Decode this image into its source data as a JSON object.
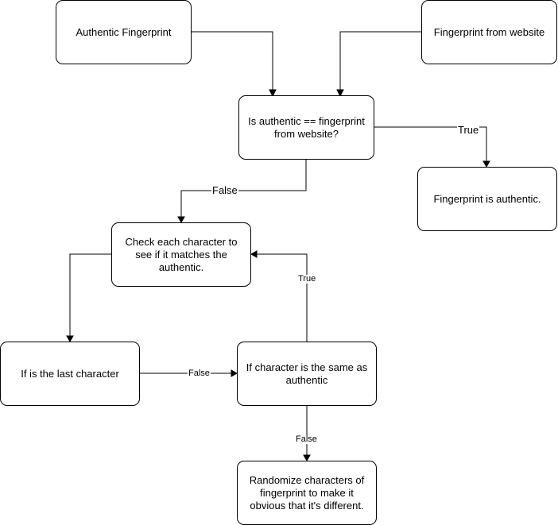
{
  "diagram": {
    "nodes": {
      "authentic_fp": "Authentic Fingerprint",
      "website_fp": "Fingerprint from website",
      "compare": "Is authentic == fingerprint from website?",
      "is_authentic": "Fingerprint is authentic.",
      "check_each": "Check each character to see if it matches the authentic.",
      "last_char": "If is the last character",
      "char_same": "If character is the same as authentic",
      "randomize": "Randomize characters of fingerprint to make it obvious that it's different."
    },
    "edge_labels": {
      "compare_true": "True",
      "compare_false": "False",
      "last_false": "False",
      "same_true": "True",
      "same_false": "False"
    }
  }
}
